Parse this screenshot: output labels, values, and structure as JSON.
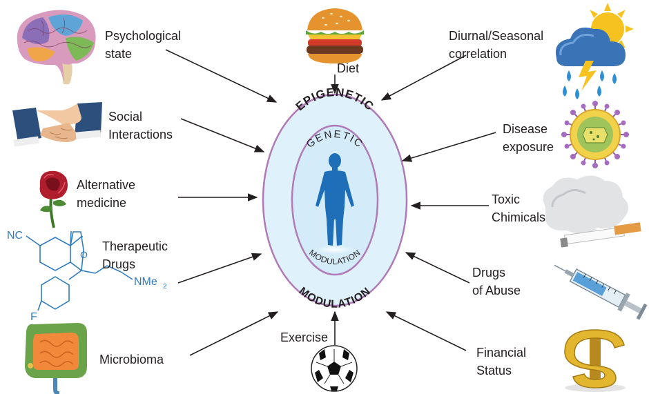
{
  "center": {
    "outer_label_top": "EPIGENETIC",
    "outer_label_bottom": "MODULATION",
    "inner_label_top": "GENETIC",
    "inner_label_bottom": "MODULATION",
    "outer_fill": "#dff1fb",
    "outer_stroke": "#b07ab8",
    "inner_fill": "#cfe9f8",
    "human_color": "#1f6fb8"
  },
  "factors": {
    "diet": "Diet",
    "exercise": "Exercise",
    "psychological_line1": "Psychological",
    "psychological_line2": "state",
    "social_line1": "Social",
    "social_line2": "Interactions",
    "altmed_line1": "Alternative",
    "altmed_line2": "medicine",
    "therapeutic_line1": "Therapeutic",
    "therapeutic_line2": "Drugs",
    "microbioma": "Microbioma",
    "diurnal_line1": "Diurnal/Seasonal",
    "diurnal_line2": "correlation",
    "disease_line1": "Disease",
    "disease_line2": "exposure",
    "toxic_line1": "Toxic",
    "toxic_line2": "Chimicals",
    "drugs_line1": "Drugs",
    "drugs_line2": "of Abuse",
    "financial_line1": "Financial",
    "financial_line2": "Status"
  },
  "molecule": {
    "nitrile": "NC",
    "oxygen": "O",
    "amine": "NMe",
    "amine_subscript": "2",
    "fluorine": "F",
    "color": "#2e7bbf"
  },
  "icons": {
    "brain": "brain-icon",
    "handshake": "handshake-icon",
    "rose": "rose-icon",
    "intestine": "intestine-icon",
    "burger": "burger-icon",
    "soccer_ball": "soccer-ball-icon",
    "weather": "storm-sun-icon",
    "virus": "virus-icon",
    "smoke_cigarette": "cigarette-smoke-icon",
    "syringe": "syringe-icon",
    "dollar": "dollar-icon"
  },
  "arrow_color": "#231f20"
}
